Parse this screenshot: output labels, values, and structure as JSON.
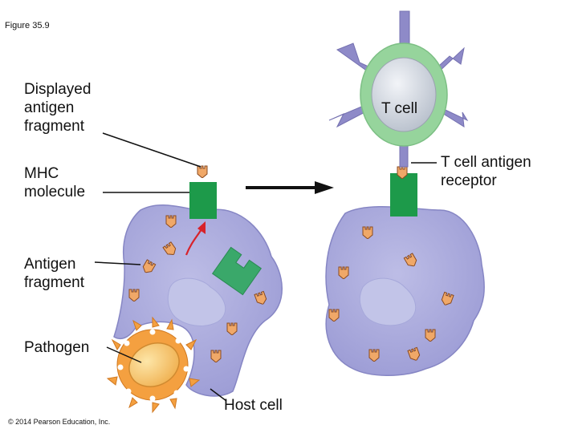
{
  "figure_label": "Figure 35.9",
  "copyright": "© 2014 Pearson Education, Inc.",
  "labels": {
    "displayed_antigen_fragment": [
      "Displayed",
      "antigen",
      "fragment"
    ],
    "mhc_molecule": [
      "MHC",
      "molecule"
    ],
    "antigen_fragment": [
      "Antigen",
      "fragment"
    ],
    "pathogen": "Pathogen",
    "t_cell": "T cell",
    "t_cell_antigen_receptor": [
      "T cell antigen",
      "receptor"
    ],
    "host_cell": "Host cell"
  },
  "colors": {
    "host_cell": "#a8a8dc",
    "nucleus": "#c2c4e8",
    "mhc": "#1d9a4a",
    "fragment": "#f0a868",
    "pathogen_body": "#f7c468",
    "pathogen_spikes": "#f4a040",
    "t_cell_membrane": "#96d49c",
    "t_cell_core": "#d8dee8",
    "receptor": "#8e8ac8",
    "arrow_red": "#d8222a",
    "arrow_black": "#111111"
  }
}
